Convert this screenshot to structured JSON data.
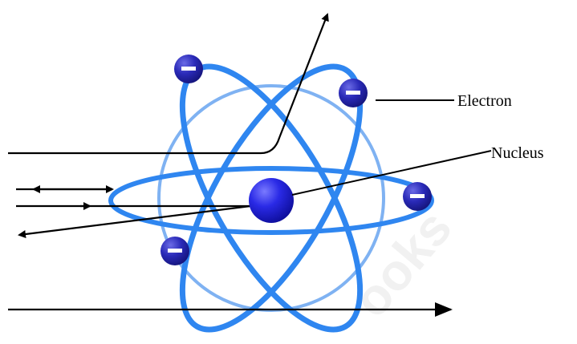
{
  "labels": {
    "electron": "Electron",
    "nucleus": "Nucleus"
  },
  "electron_symbol": "−",
  "watermark_text": "ooks",
  "colors": {
    "orbit": "#2f86f0",
    "orbit_dark": "#1f6fe0",
    "inner_circle": "#78aef2",
    "electron": "#2323b0",
    "nucleus": "#1b1bd6",
    "arrow": "#000000",
    "label_text": "#000000",
    "watermark": "#e6e6e6"
  },
  "icons": {
    "electron": "minus-sign-in-circle",
    "arrowhead": "triangle-arrowhead"
  }
}
